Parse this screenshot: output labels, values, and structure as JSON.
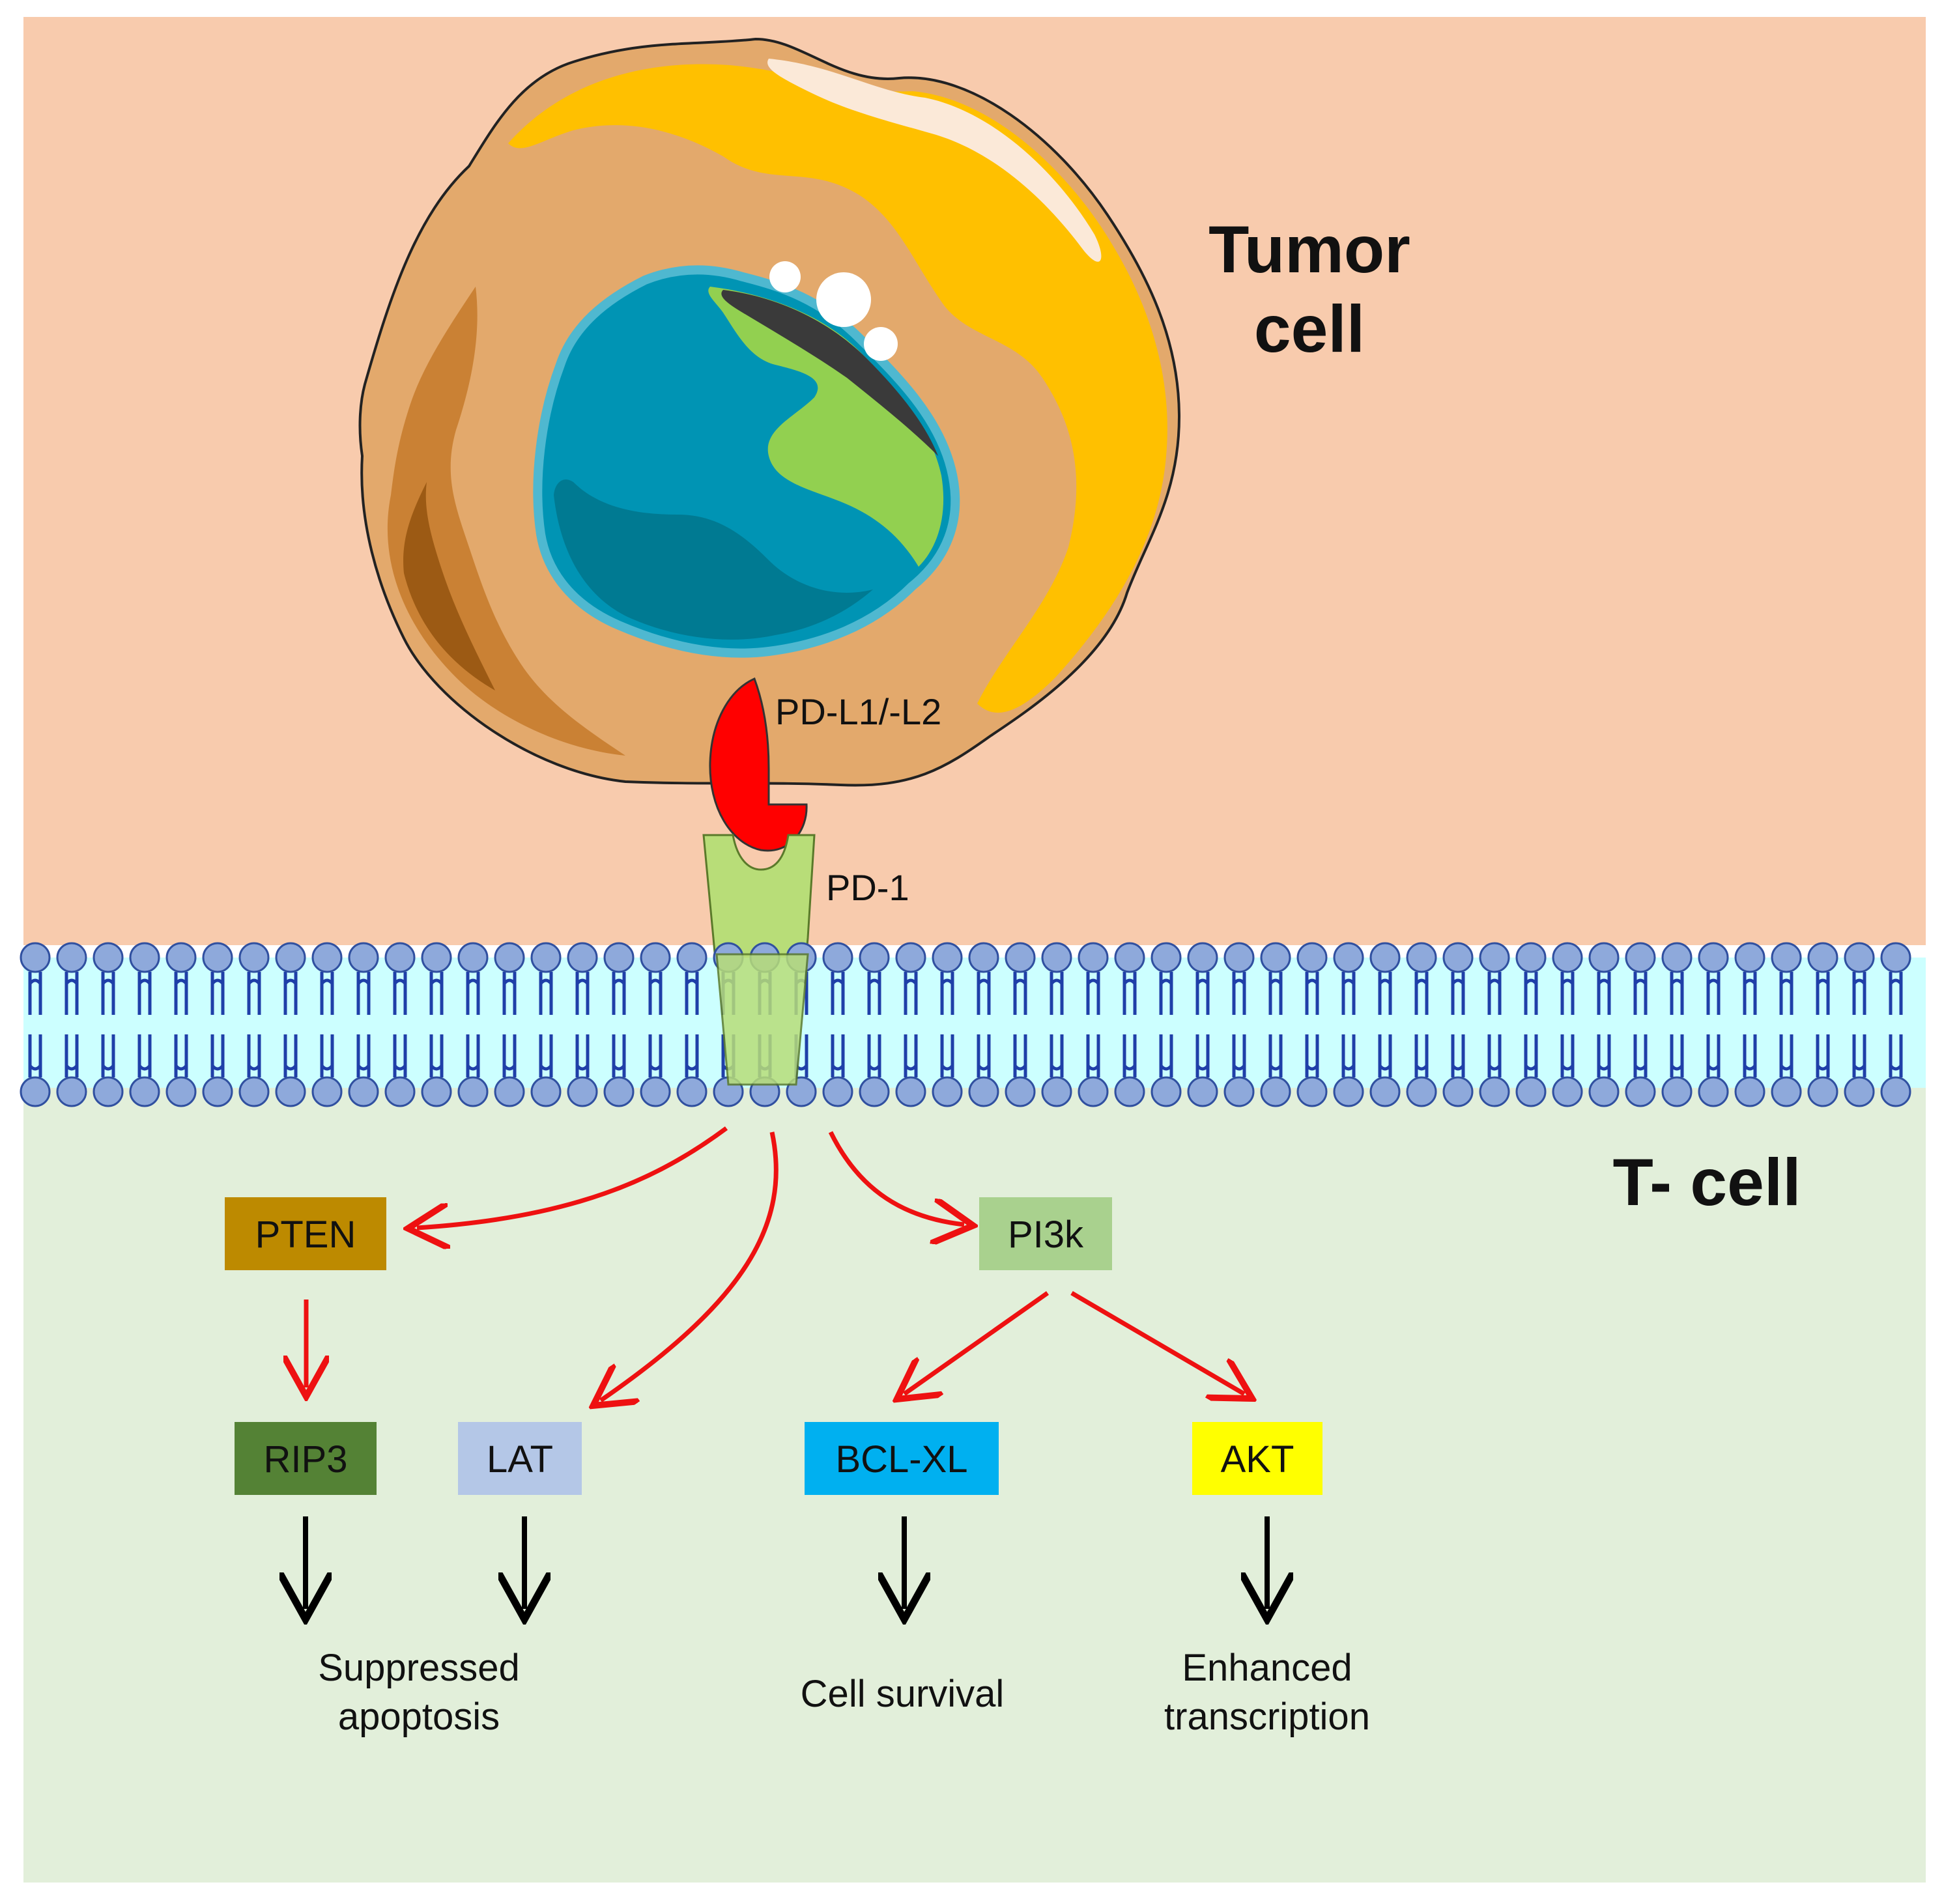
{
  "labels": {
    "tumor_cell_line1": "Tumor",
    "tumor_cell_line2": "cell",
    "t_cell": "T- cell",
    "pd_l1": "PD-L1/-L2",
    "pd_1": "PD-1"
  },
  "nodes": {
    "pten": {
      "label": "PTEN",
      "color": "#BD8A00"
    },
    "pi3k": {
      "label": "PI3k",
      "color": "#A9D18E"
    },
    "rip3": {
      "label": "RIP3",
      "color": "#548235"
    },
    "lat": {
      "label": "LAT",
      "color": "#B4C7E7"
    },
    "bclxl": {
      "label": "BCL-XL",
      "color": "#00B0F0"
    },
    "akt": {
      "label": "AKT",
      "color": "#FFFF00"
    }
  },
  "outcomes": {
    "suppressed_line1": "Suppressed",
    "suppressed_line2": "apoptosis",
    "survival": "Cell survival",
    "enhanced_line1": "Enhanced",
    "enhanced_line2": "transcription"
  },
  "colors": {
    "extracellular": "#F8CBAD",
    "t_cell_interior": "#E2EFDA",
    "membrane_inner": "#CCFFFF",
    "lipid_head": "#8EA9DB",
    "lipid_tail": "#1F3FA8",
    "activation_arrow": "#EE1111",
    "outcome_arrow": "#000000",
    "pd_l1": "#FF0000",
    "pd_1": "#B8DD78",
    "cytoplasm": "#E3A96C",
    "nucleus": "#0094B4",
    "nucleus_dark": "#007A92",
    "nucleolus_green": "#92D050",
    "cell_highlight": "#FFC000"
  }
}
